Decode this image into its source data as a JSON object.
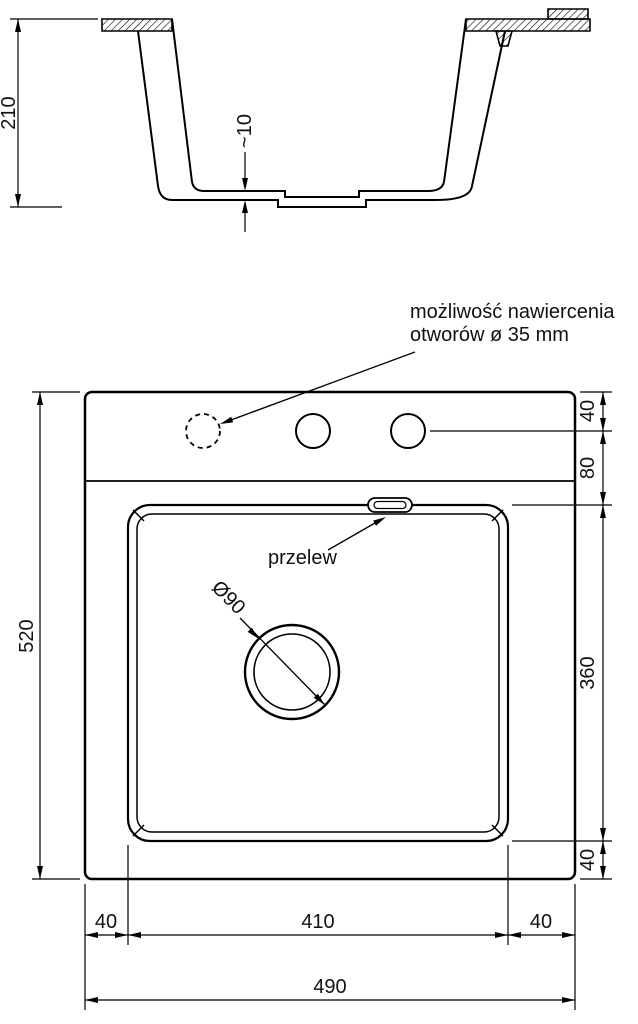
{
  "notes": {
    "drill_line1": "możliwość nawiercenia",
    "drill_line2": "otworów ø 35 mm",
    "overflow": "przelew",
    "drain_diameter": "Ø90"
  },
  "dims": {
    "cross_height": "210",
    "bottom_thickness": "~10",
    "left_total": "520",
    "right_top": "40",
    "right_holes": "80",
    "right_bowl": "360",
    "right_bottom": "40",
    "bottom_left": "40",
    "bottom_center": "410",
    "bottom_right": "40",
    "bottom_total": "490"
  },
  "colors": {
    "line": "#000000",
    "background": "#ffffff"
  }
}
